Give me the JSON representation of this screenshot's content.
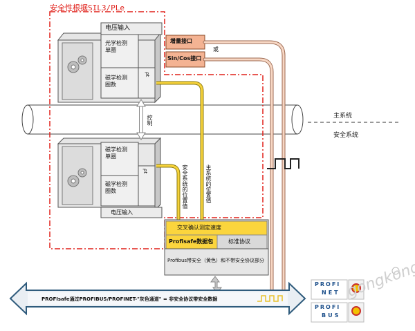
{
  "title": "安全性根据SIL3/PLe",
  "sensor_top": {
    "voltage_input": "电压输入",
    "optical_singleturn": "光学检测\n单圈",
    "magnetic_multiturn": "磁学检测\n圈数",
    "incremental_interface": "增量接口",
    "sincos_interface": "Sin/Cos接口",
    "or_label": "或"
  },
  "sensor_bottom": {
    "magnetic_singleturn": "磁学检测\n单圈",
    "magnetic_multiturn": "磁学检测\n圈数",
    "voltage_input": "电压输入"
  },
  "labels": {
    "control": "控制",
    "main_system": "主系统",
    "safety_system": "安全系统",
    "safety_position_value": "安全系统的位置值",
    "main_position_value": "主系统的位置值"
  },
  "protocol_box": {
    "cross_check": "交叉确认测定速度",
    "profisafe_packet": "Profisafe数据包",
    "standard_protocol": "标准协议",
    "profibus_parts": "Profibus带安全（黄色）和不带安全协议部分"
  },
  "bus": {
    "text": "PROFIsafe通过PROFIBUS/PROFINET-\"灰色通道\" = 非安全协议带安全数据"
  },
  "logos": {
    "profinet_top": "PROFI",
    "profinet_bottom": "NET",
    "profibus_top": "PROFI",
    "profibus_bottom": "BUS"
  },
  "watermark": "gongkong"
}
